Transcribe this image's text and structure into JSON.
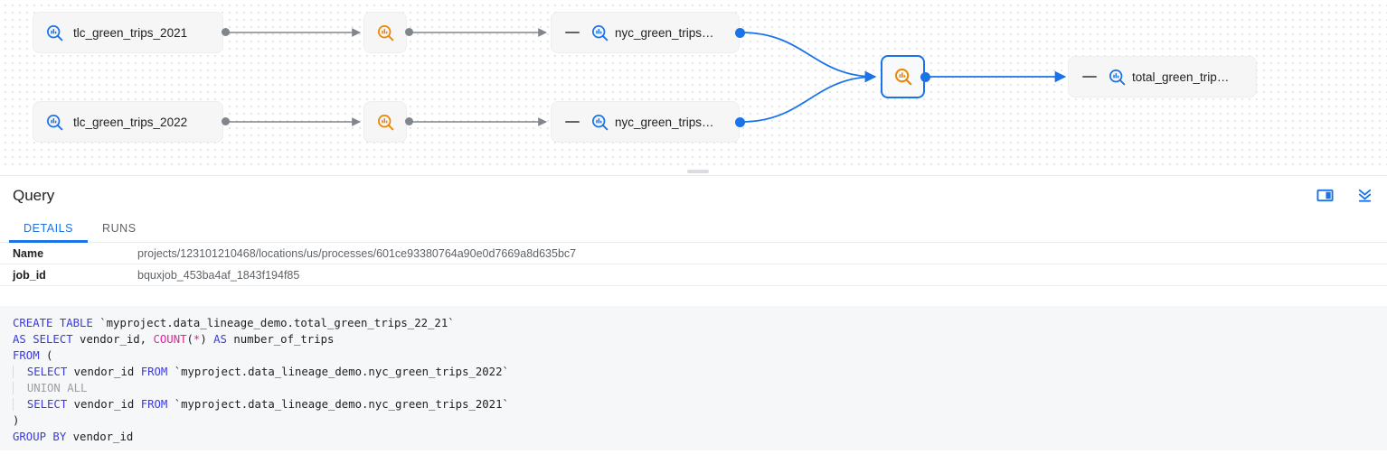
{
  "lineage": {
    "nodes": [
      {
        "id": "tlc2021",
        "label": "tlc_green_trips_2021",
        "icon": "bigquery-table-icon",
        "type": "table"
      },
      {
        "id": "tlc2022",
        "label": "tlc_green_trips_2022",
        "icon": "bigquery-table-icon",
        "type": "table"
      },
      {
        "id": "proc1",
        "label": "",
        "icon": "bigquery-process-icon",
        "type": "process"
      },
      {
        "id": "proc2",
        "label": "",
        "icon": "bigquery-process-icon",
        "type": "process"
      },
      {
        "id": "nyc2021",
        "label": "nyc_green_trips…",
        "icon": "bigquery-table-icon",
        "type": "table"
      },
      {
        "id": "nyc2022",
        "label": "nyc_green_trips…",
        "icon": "bigquery-table-icon",
        "type": "table"
      },
      {
        "id": "procSel",
        "label": "",
        "icon": "bigquery-process-icon",
        "type": "process",
        "selected": true
      },
      {
        "id": "total",
        "label": "total_green_trip…",
        "icon": "bigquery-table-icon",
        "type": "table"
      }
    ],
    "colors": {
      "edge_gray": "#80868b",
      "edge_blue": "#1a73e8",
      "accent": "#1a73e8",
      "process": "#ea8600"
    }
  },
  "panel": {
    "title": "Query",
    "actions": [
      {
        "name": "split-panel-icon",
        "label": "Split panel"
      },
      {
        "name": "collapse-panel-icon",
        "label": "Collapse panel"
      }
    ],
    "tabs": [
      {
        "label": "DETAILS",
        "active": true
      },
      {
        "label": "RUNS",
        "active": false
      }
    ],
    "details": [
      {
        "key": "Name",
        "value": "projects/123101210468/locations/us/processes/601ce93380764a90e0d7669a8d635bc7"
      },
      {
        "key": "job_id",
        "value": "bquxjob_453ba4af_1843f194f85"
      }
    ]
  },
  "sql": {
    "lines": [
      [
        {
          "t": "CREATE TABLE ",
          "c": "kw"
        },
        {
          "t": "`myproject.data_lineage_demo.total_green_trips_22_21`",
          "c": ""
        }
      ],
      [
        {
          "t": "AS SELECT ",
          "c": "kw"
        },
        {
          "t": "vendor_id, ",
          "c": ""
        },
        {
          "t": "COUNT",
          "c": "fn"
        },
        {
          "t": "(",
          "c": ""
        },
        {
          "t": "*",
          "c": "fn"
        },
        {
          "t": ") ",
          "c": ""
        },
        {
          "t": "AS ",
          "c": "kw"
        },
        {
          "t": "number_of_trips",
          "c": ""
        }
      ],
      [
        {
          "t": "FROM ",
          "c": "kw"
        },
        {
          "t": "(",
          "c": ""
        }
      ],
      [
        {
          "t": "  ",
          "c": "",
          "indent": true
        },
        {
          "t": "SELECT ",
          "c": "kw"
        },
        {
          "t": "vendor_id ",
          "c": ""
        },
        {
          "t": "FROM ",
          "c": "kw"
        },
        {
          "t": "`myproject.data_lineage_demo.nyc_green_trips_2022`",
          "c": ""
        }
      ],
      [
        {
          "t": "  ",
          "c": "",
          "indent": true
        },
        {
          "t": "UNION ALL",
          "c": "mut"
        }
      ],
      [
        {
          "t": "  ",
          "c": "",
          "indent": true
        },
        {
          "t": "SELECT ",
          "c": "kw"
        },
        {
          "t": "vendor_id ",
          "c": ""
        },
        {
          "t": "FROM ",
          "c": "kw"
        },
        {
          "t": "`myproject.data_lineage_demo.nyc_green_trips_2021`",
          "c": ""
        }
      ],
      [
        {
          "t": ")",
          "c": ""
        }
      ],
      [
        {
          "t": "GROUP BY ",
          "c": "kw"
        },
        {
          "t": "vendor_id",
          "c": ""
        }
      ]
    ]
  }
}
